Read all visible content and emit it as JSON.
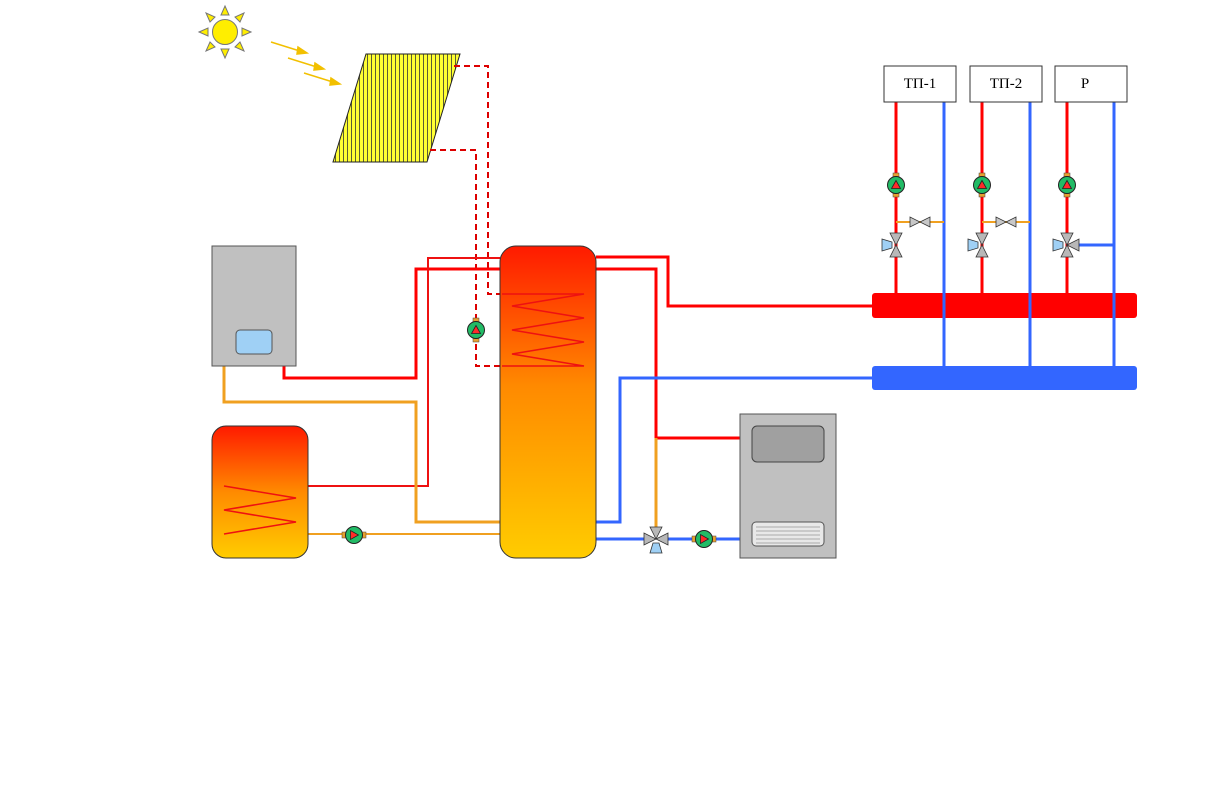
{
  "consumers": [
    {
      "label": "ТП-1"
    },
    {
      "label": "ТП-2"
    },
    {
      "label": "Р"
    }
  ],
  "colors": {
    "supply": "#ff0000",
    "return": "#3366ff",
    "dhw": "#f0a020",
    "solar_dashed": "#dd0000",
    "pump_body": "#22bb66",
    "valve_body": "#b0b0b0",
    "valve_actuator": "#9fd0f5",
    "boiler_body": "#c0c0c0",
    "collector": "#ffff33",
    "sun": "#ffee00"
  },
  "icons": [
    "sun-icon",
    "solar-collector-icon",
    "gas-boiler-icon",
    "buffer-tank-icon",
    "dhw-tank-icon",
    "solid-fuel-boiler-icon",
    "pump-icon",
    "three-way-valve-icon",
    "balancing-valve-icon"
  ]
}
